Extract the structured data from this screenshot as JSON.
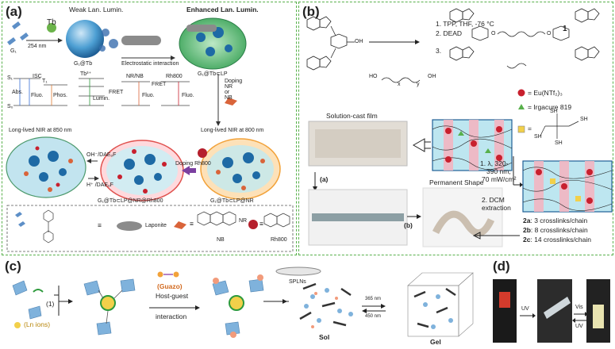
{
  "panels": {
    "a": {
      "label": "(a)",
      "tb": "Tb",
      "uv": "254 nm",
      "weak": "Weak Lan. Lumin.",
      "enhanced": "Enhanced Lan. Lumin.",
      "g1tb": "G₁@Tb",
      "electrostatic": "Electrostatic  interaction",
      "g1tblp": "G₁@Tb⊂LP",
      "doping_nr": "Doping NR or NB",
      "g1": "G₁",
      "long850": "Long-lived NIR at 850 nm",
      "long800": "Long-lived NIR at 800 nm",
      "oh_dae": "OH⁻/DAEₒF",
      "h_dae": "H⁺ /DAEₒF",
      "doping_rh": "Doping  Rh800",
      "final1": "G₁@Tb⊂LP@NR@Rh800",
      "final2": "G₁@Tb⊂LP@NR",
      "laponite": "Laponite",
      "nr": "NR",
      "nb": "NB",
      "rh800": "Rh800",
      "equiv": "≡",
      "levels": [
        "S₁",
        "T₁",
        "S₀",
        "ISC",
        "Abs.",
        "Fluo.",
        "Phos.",
        "Tb³⁺",
        "Lumin.",
        "NR/NB",
        "FRET",
        "Fluo.",
        "Rh800",
        "FRET",
        "Fluo."
      ]
    },
    "b": {
      "label": "(b)",
      "steps": [
        "1. TPP, THF, -76 °C",
        "2. DEAD",
        "3."
      ],
      "ho": "HO",
      "oh": "OH",
      "oh_label": "OH",
      "x": "x",
      "y": "y",
      "compound": "1",
      "o_left": "O",
      "o_right": "O",
      "legend": [
        "= Eu(NTf₂)₃",
        "= Irgacure 819",
        "="
      ],
      "sh": "SH",
      "film": "Solution-cast film",
      "permanent": "Permanent Shape",
      "sub_a": "(a)",
      "sub_b": "(b)",
      "cond1": "1. λ, 320-",
      "cond2": "390 nm;",
      "cond3": "70 mW/cm²",
      "cond4": "2. DCM",
      "cond5": "extraction",
      "results": [
        {
          "id": "2a",
          "text": ": 3  crosslinks/chain"
        },
        {
          "id": "2b",
          "text": ": 8 crosslinks/chain"
        },
        {
          "id": "2c",
          "text": ": 14 crosslinks/chain"
        }
      ]
    },
    "c": {
      "label": "(c)",
      "one": "(1)",
      "ln": "(Ln ions)",
      "guazo": "(Guazo)",
      "hg1": "Host-guest",
      "hg2": "interaction",
      "splns": "SPLNs",
      "nm365": "365 nm",
      "nm450": "450 nm",
      "sol": "Sol",
      "gel": "Gel"
    },
    "d": {
      "label": "(d)",
      "uv": "UV",
      "vis": "Vis",
      "uv2": "UV"
    }
  },
  "colors": {
    "border": "#58b04b",
    "blue": "#7fb2dc",
    "orange": "#f2a23a",
    "red": "#c8202e",
    "pink": "#f3b6c2",
    "cyan": "#bfe6f2"
  }
}
